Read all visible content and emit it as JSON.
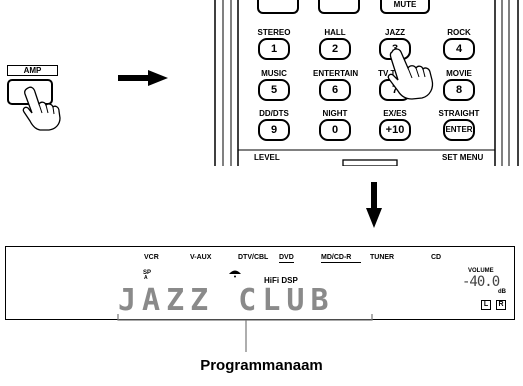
{
  "amp_label": "AMP",
  "remote": {
    "top_row": [
      "",
      "",
      "MUTE"
    ],
    "rows": [
      [
        {
          "label": "STEREO",
          "key": "1"
        },
        {
          "label": "HALL",
          "key": "2"
        },
        {
          "label": "JAZZ",
          "key": "3"
        },
        {
          "label": "ROCK",
          "key": "4"
        }
      ],
      [
        {
          "label": "MUSIC",
          "key": "5"
        },
        {
          "label": "ENTERTAIN",
          "key": "6"
        },
        {
          "label": "TV THTR",
          "key": "7"
        },
        {
          "label": "MOVIE",
          "key": "8"
        }
      ],
      [
        {
          "label": "DD/DTS",
          "key": "9"
        },
        {
          "label": "NIGHT",
          "key": "0"
        },
        {
          "label": "EX/ES",
          "key": "+10"
        },
        {
          "label": "STRAIGHT",
          "key": "ENTER"
        }
      ]
    ],
    "bottom_left": "LEVEL",
    "bottom_right": "SET MENU"
  },
  "display": {
    "sources": [
      "VCR",
      "V-AUX",
      "DTV/CBL",
      "DVD",
      "MD/CD-R",
      "TUNER",
      "CD"
    ],
    "sp_label": "SP",
    "sp_sub": "A",
    "hifi_dsp": "HiFi DSP",
    "volume_label": "VOLUME",
    "volume_value": "-40.0",
    "volume_unit": "dB",
    "speaker_left": "L",
    "speaker_right": "R",
    "program_text": "JAZZ CLUB"
  },
  "caption": "Programmanaam"
}
